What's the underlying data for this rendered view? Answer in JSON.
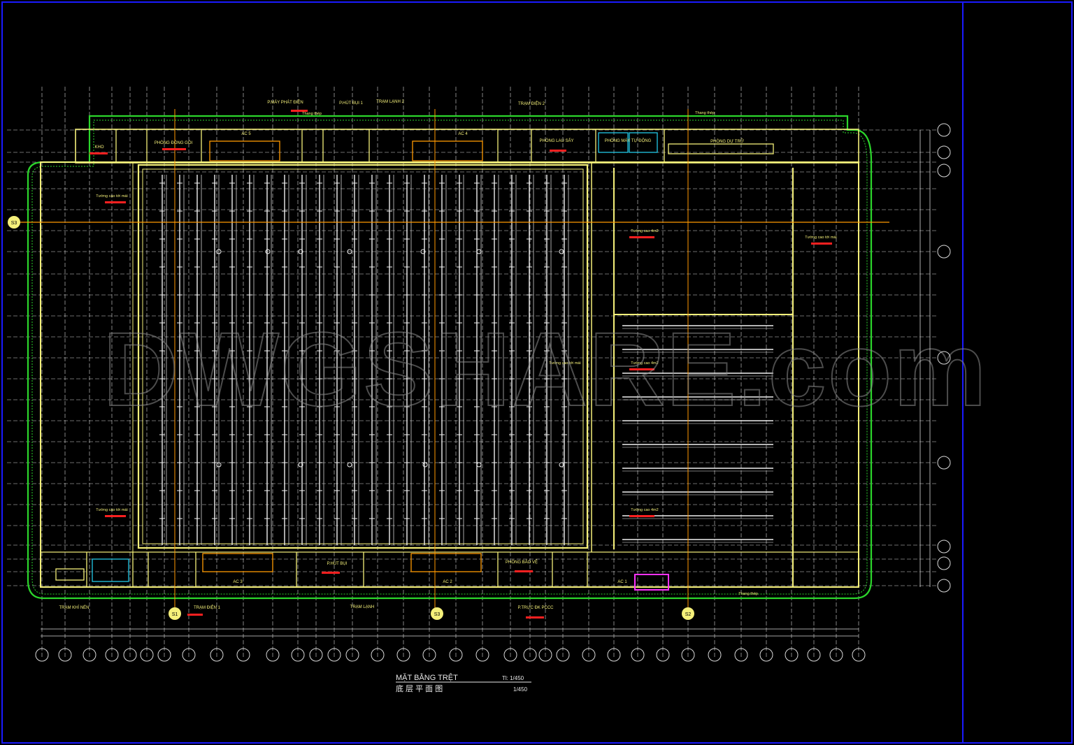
{
  "drawing": {
    "title_vi": "MẶT BẰNG TRỆT",
    "scale_vi": "Tl: 1/450",
    "title_cn": "底 层 平 面 图",
    "scale_cn": "1/450",
    "watermark": "DWGSHARE.com"
  },
  "rooms": [
    {
      "id": "kho",
      "label": "KHO"
    },
    {
      "id": "phong-dong-goi",
      "label": "PHÒNG ĐÓNG GÓI"
    },
    {
      "id": "may-phat-dien",
      "label": "P.MÁY PHÁT ĐIỆN"
    },
    {
      "id": "p-hut-bui-1",
      "label": "P.HÚT BỤI 1"
    },
    {
      "id": "tram-lanh-2",
      "label": "TRẠM LẠNH 2"
    },
    {
      "id": "tram-dien-2",
      "label": "TRẠM ĐIỆN 2"
    },
    {
      "id": "phong-lau-say",
      "label": "PHÒNG LAU SẤY"
    },
    {
      "id": "phong-may-tu-dong",
      "label": "PHÒNG MÁY TỰ ĐỘNG"
    },
    {
      "id": "phong-du-tru",
      "label": "PHÒNG DỰ TRỮ"
    },
    {
      "id": "tram-khi-nen",
      "label": "TRẠM KHÍ NÉN"
    },
    {
      "id": "tram-dien-1",
      "label": "TRẠM ĐIỆN 1"
    },
    {
      "id": "p-hut-bui",
      "label": "P.HÚT BỤI"
    },
    {
      "id": "tram-lanh",
      "label": "TRẠM LẠNH"
    },
    {
      "id": "phong-bao-ve",
      "label": "PHÒNG BẢO VỆ"
    },
    {
      "id": "p-truc-dk-pccc",
      "label": "P.TRỰC ĐK PCCC"
    }
  ],
  "ac_labels": [
    "AC 5",
    "AC 4",
    "AC 3",
    "AC 2",
    "AC 1"
  ],
  "wall_notes": {
    "tuong_cao_toi_mai": "Tường cao tới mái",
    "tuong_cao_4m2": "Tường cao 4m2",
    "thang_thep": "Thang thép"
  },
  "section_marks": [
    "S3",
    "S1",
    "S3",
    "S2"
  ],
  "colors": {
    "background": "#000000",
    "frame": "#1a1aff",
    "wall": "#f5f07a",
    "landscape": "#2bd62b",
    "grid": "#d9d9d9",
    "red_text": "#ff2020",
    "magenta": "#ff33ff",
    "orange": "#ff9900",
    "cyan": "#22c8e6",
    "watermark": "#8a8a8a"
  }
}
